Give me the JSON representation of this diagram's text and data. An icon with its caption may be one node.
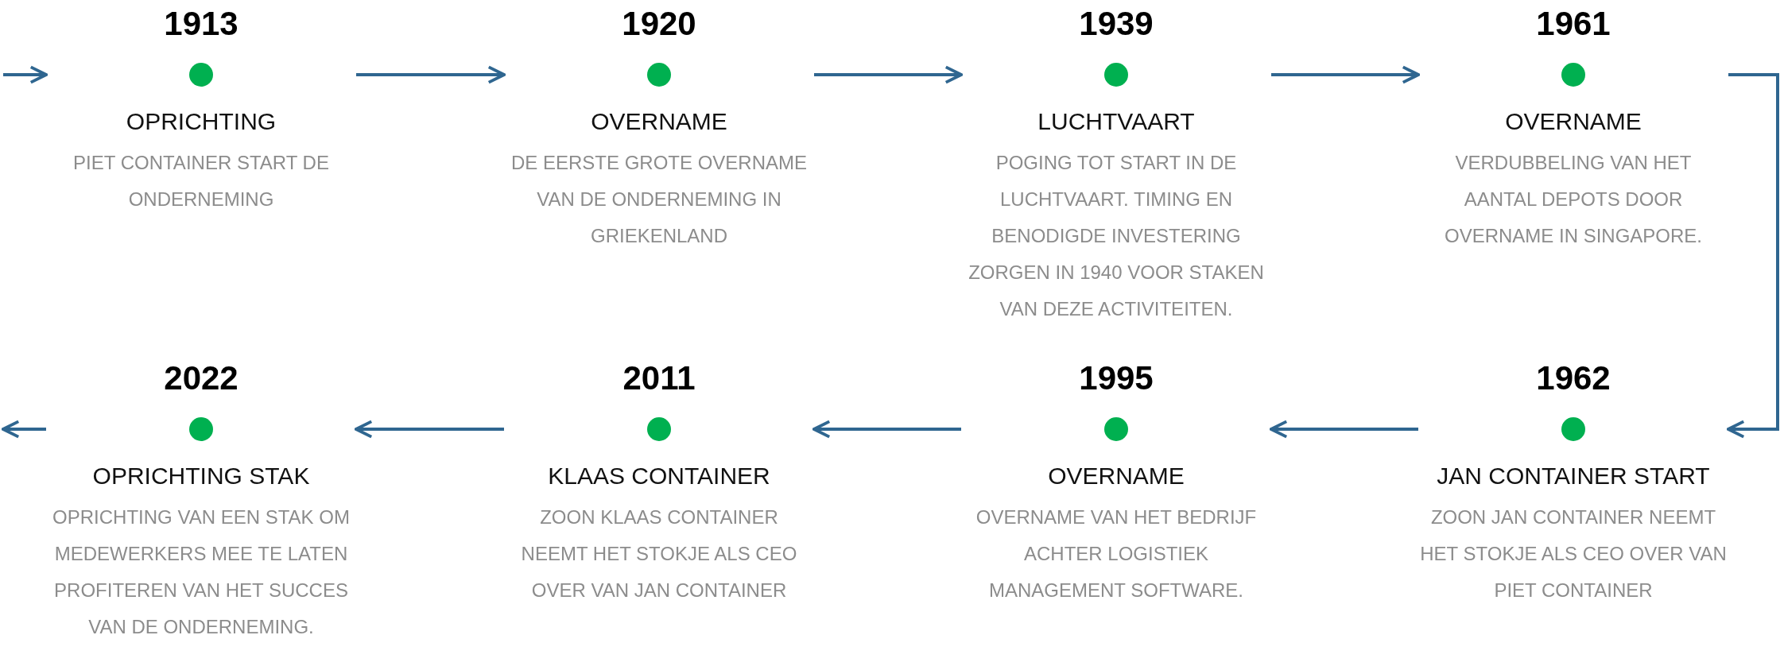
{
  "diagram": {
    "nodes": [
      {
        "text": [
          "1913",
          "OPRICHTING",
          "PIET CONTAINER START DE ONDERNEMING"
        ]
      },
      {
        "text": [
          "1920",
          "OVERNAME",
          "DE EERSTE GROTE OVERNAME VAN DE ONDERNEMING IN GRIEKENLAND"
        ]
      },
      {
        "text": [
          "1939",
          "LUCHTVAART",
          "POGING TOT START IN DE LUCHTVAART. TIMING EN BENODIGDE INVESTERING ZORGEN IN 1940 VOOR STAKEN VAN DEZE ACTIVITEITEN."
        ]
      },
      {
        "text": [
          "1961",
          "OVERNAME",
          "VERDUBBELING VAN HET AANTAL DEPOTS DOOR OVERNAME IN SINGAPORE."
        ]
      },
      {
        "text": [
          "1962",
          "JAN CONTAINER START",
          "ZOON JAN CONTAINER NEEMT HET STOKJE ALS CEO OVER VAN PIET CONTAINER"
        ]
      },
      {
        "text": [
          "1995",
          "OVERNAME",
          "OVERNAME VAN HET BEDRIJF ACHTER LOGISTIEK MANAGEMENT SOFTWARE."
        ]
      },
      {
        "text": [
          "2011",
          "KLAAS CONTAINER",
          "ZOON KLAAS CONTAINER NEEMT HET STOKJE ALS CEO OVER VAN JAN CONTAINER"
        ]
      },
      {
        "text": [
          "2022",
          "OPRICHTING STAK",
          "OPRICHTING VAN EEN STAK OM MEDEWERKERS MEE TE LATEN PROFITEREN VAN HET SUCCES VAN DE ONDERNEMING."
        ]
      }
    ],
    "edges": [
      {
        "from": null,
        "to": 0,
        "arrow": "to"
      },
      {
        "from": 0,
        "to": 1,
        "arrow": "to"
      },
      {
        "from": 1,
        "to": 2,
        "arrow": "to"
      },
      {
        "from": 2,
        "to": 3,
        "arrow": "to"
      },
      {
        "from": 3,
        "to": 4,
        "arrow": "to"
      },
      {
        "from": 4,
        "to": 5,
        "arrow": "to"
      },
      {
        "from": 5,
        "to": 6,
        "arrow": "to"
      },
      {
        "from": 6,
        "to": 7,
        "arrow": "to"
      },
      {
        "from": 7,
        "to": null,
        "arrow": "to"
      }
    ]
  }
}
